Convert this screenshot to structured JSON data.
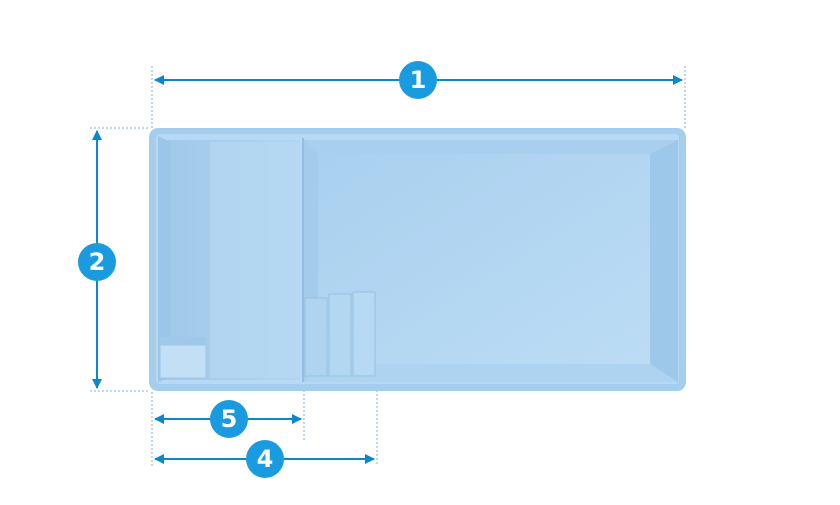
{
  "diagram": {
    "badges": [
      {
        "id": "length",
        "label": "1"
      },
      {
        "id": "width",
        "label": "2"
      },
      {
        "id": "entry-bench-length",
        "label": "5"
      },
      {
        "id": "step-zone-length",
        "label": "4"
      }
    ]
  },
  "colors": {
    "accent": "#1a9be0",
    "dim_line": "#0b87cc",
    "pool_rim": "#a4cdee",
    "pool_floor": "#b4d7f2",
    "pool_wall": "#98c4e7",
    "guide": "#7fb6dd"
  }
}
